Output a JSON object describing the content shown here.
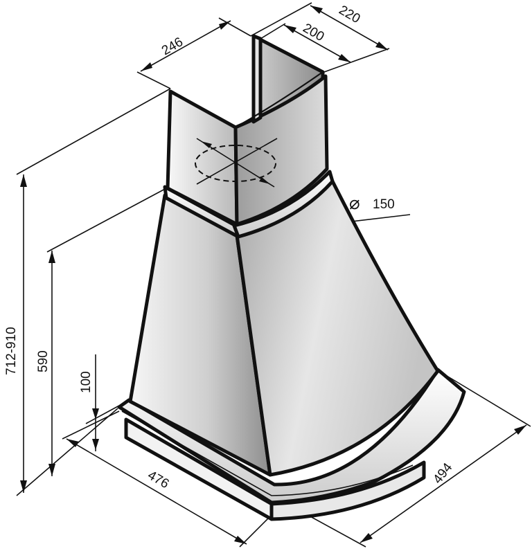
{
  "dimensions": {
    "duct_depth_outer": "220",
    "duct_depth_inner": "200",
    "duct_width": "246",
    "outlet_diameter": "150",
    "total_height_range": "712-910",
    "body_height": "590",
    "base_height": "100",
    "width_front": "476",
    "width_side": "494"
  },
  "symbols": {
    "diameter": "⌀"
  },
  "colors": {
    "line": "#111111",
    "surface_light": "#f4f4f4",
    "surface_mid": "#d8d8d8",
    "surface_dark": "#9a9a9a"
  }
}
